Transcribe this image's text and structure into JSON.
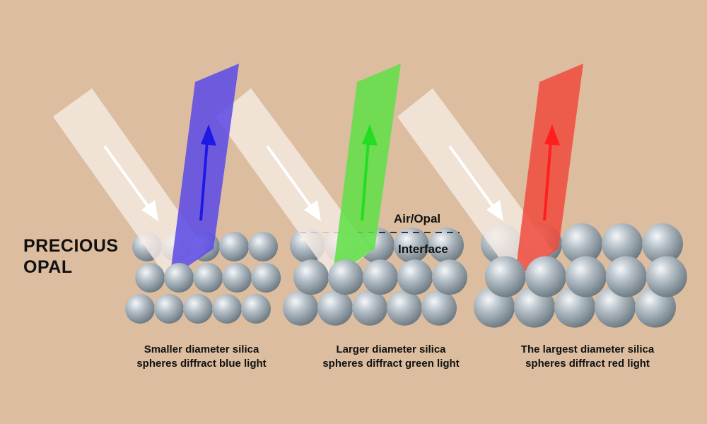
{
  "title": {
    "line1": "PRECIOUS",
    "line2": "OPAL"
  },
  "interface": {
    "top_label": "Air/Opal",
    "bottom_label": "Interface"
  },
  "captions": [
    {
      "line1": "Smaller diameter silica",
      "line2": "spheres diffract blue light"
    },
    {
      "line1": "Larger diameter silica",
      "line2": "spheres diffract green light"
    },
    {
      "line1": "The largest diameter silica",
      "line2": "spheres diffract red light"
    }
  ],
  "colors": {
    "background": "#dcbd9f",
    "incident_beam": "#f6ebe3",
    "sphere": "#a8b4bc",
    "blue_light": "#5a49e6",
    "green_light": "#5ee045",
    "red_light": "#f04a3c"
  }
}
